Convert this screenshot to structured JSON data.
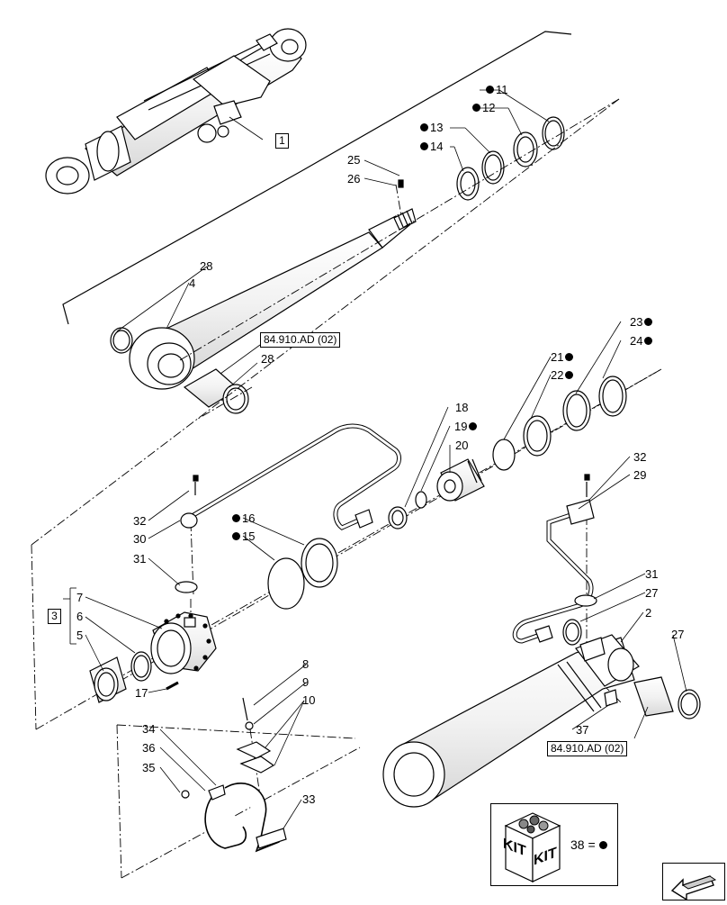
{
  "callouts": {
    "c1": "1",
    "c2": "2",
    "c3": "3",
    "c4": "4",
    "c5": "5",
    "c6": "6",
    "c7": "7",
    "c8": "8",
    "c9": "9",
    "c10": "10",
    "c11": "11",
    "c12": "12",
    "c13": "13",
    "c14": "14",
    "c15": "15",
    "c16": "16",
    "c17": "17",
    "c18": "18",
    "c19": "19",
    "c20": "20",
    "c21": "21",
    "c22": "22",
    "c23": "23",
    "c24": "24",
    "c25": "25",
    "c26": "26",
    "c27a": "27",
    "c27b": "27",
    "c28a": "28",
    "c28b": "28",
    "c29": "29",
    "c30": "30",
    "c31a": "31",
    "c31b": "31",
    "c32a": "32",
    "c32b": "32",
    "c33": "33",
    "c34": "34",
    "c35": "35",
    "c36": "36",
    "c37": "37"
  },
  "references": {
    "ref_top": "84.910.AD (02)",
    "ref_bottom": "84.910.AD (02)"
  },
  "kit": {
    "legend_text": "38 =",
    "badge_text": "KIT"
  },
  "colors": {
    "line": "#000000",
    "fill": "#ffffff",
    "shade": "#e8e8e8"
  }
}
